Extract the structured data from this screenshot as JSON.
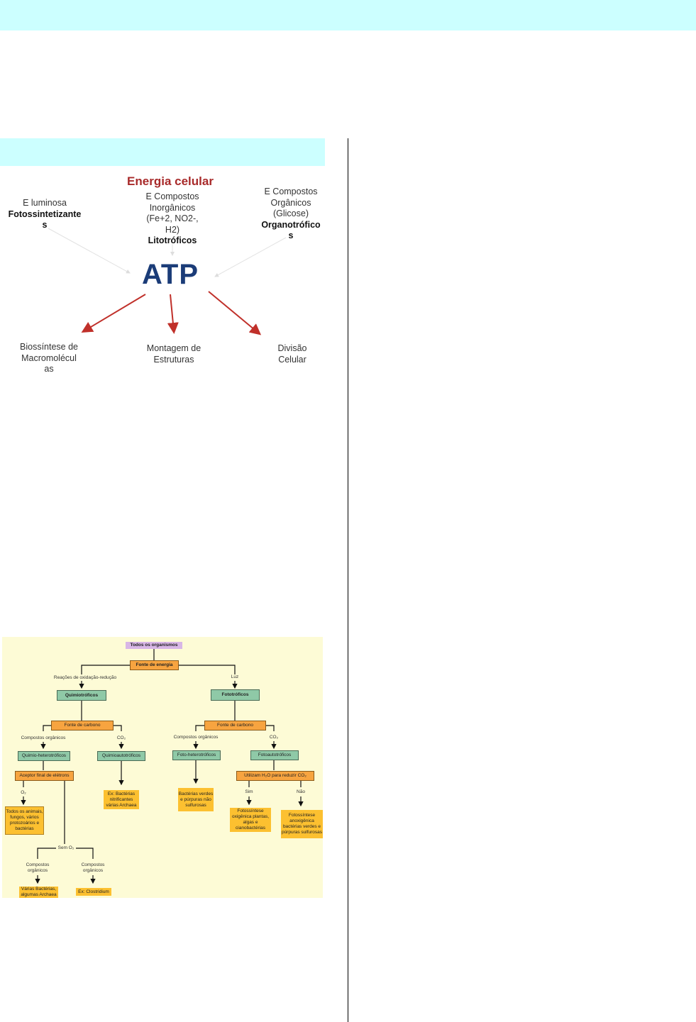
{
  "figure1": {
    "title": "Energia celular",
    "sources": [
      {
        "line1": "E luminosa",
        "bold": "Fotossintetizante",
        "bold2": "s"
      },
      {
        "lines": [
          "E Compostos",
          "Inorgânicos",
          "(Fe+2, NO2-,",
          "H2)"
        ],
        "bold": "Litotróficos"
      },
      {
        "lines": [
          "E Compostos",
          "Orgânicos",
          "(Glicose)"
        ],
        "bold": "Organotrófico",
        "bold2": "s"
      }
    ],
    "center": "ATP",
    "uses": [
      {
        "lines": [
          "Biossíntese de",
          "Macromolécul",
          "as"
        ]
      },
      {
        "lines": [
          "Montagem de",
          "Estruturas"
        ]
      },
      {
        "lines": [
          "Divisão",
          "Celular"
        ]
      }
    ],
    "colors": {
      "title": "#a82a2a",
      "atp": "#1b3c78",
      "arrows": "#c0302a"
    }
  },
  "figure2": {
    "root": "Todos os organismos",
    "energy_source": "Fonte de energia",
    "redox_label": "Reações de oxidação-redução",
    "light_label": "Luz",
    "chemotrophs": "Quimiotróficos",
    "phototrophs": "Fototróficos",
    "carbon_source": "Fonte de carbono",
    "organic_compounds": "Compostos orgânicos",
    "co2": "CO₂",
    "chemoheterotrophs": "Quimio-heterotróficos",
    "chemoautotrophs": "Quimioautotróficos",
    "photoheterotrophs": "Foto-heterotróficos",
    "photoautotrophs": "Fotoautotróficos",
    "final_acceptor": "Aceptor final de elétrons",
    "use_h2o": "Utilizam H₂O para reduzir CO₂",
    "o2": "O₂",
    "yes": "Sim",
    "no": "Não",
    "without_o2": "Sem O₂",
    "ex_animals": "Todos os animais, fungos, vários protozoários e bactérias",
    "ex_nitrifying": "Ex: Bactérias nitrificantes várias Archaea",
    "ex_green_purple": "Bactérias verdes e púrpuras não sulfurosas",
    "ex_oxygenic": "Fotossíntese oxigênica plantas, algas e cianobactérias",
    "ex_anoxygenic": "Fotossíntese anoxigênica bactérias verdes e púrpuras sulfurosas",
    "organic_compounds_2": "Compostos orgânicos",
    "ex_bacteria_archaea": "Várias Bactérias, algumas Archaea",
    "ex_clostridium": "Ex: Clostridium"
  }
}
